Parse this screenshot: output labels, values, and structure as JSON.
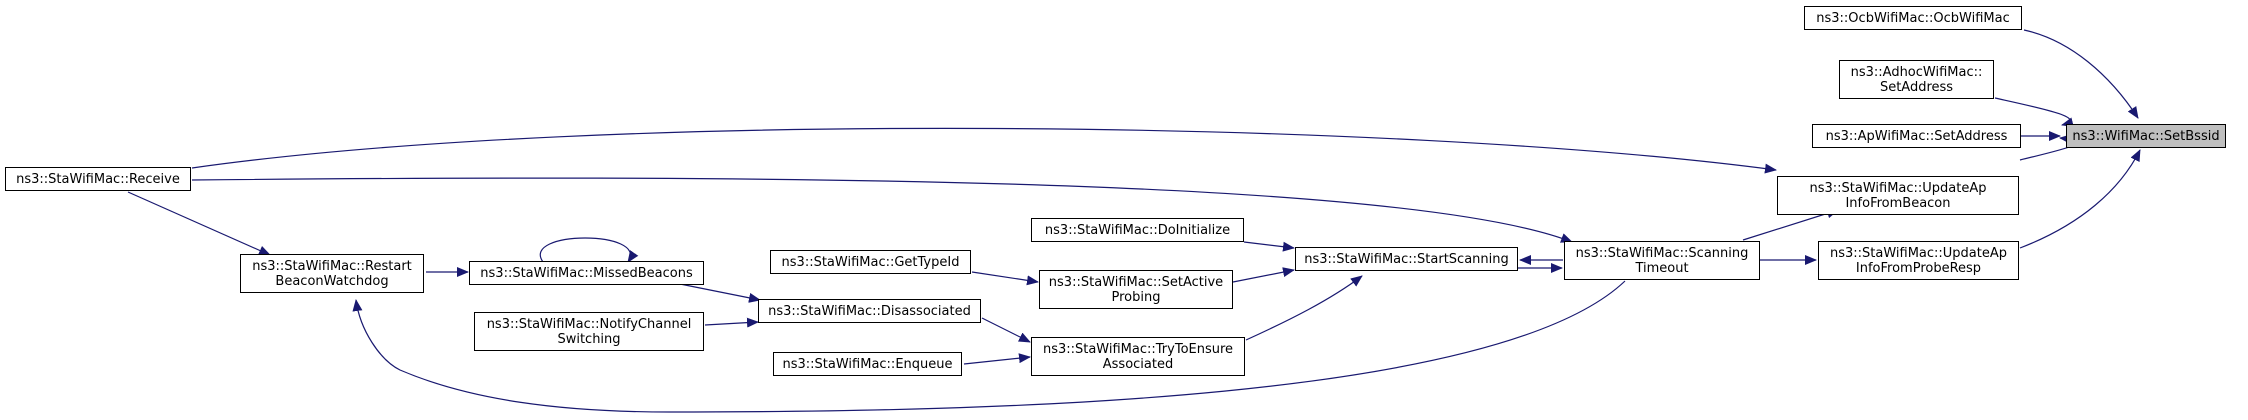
{
  "nodes": {
    "setbssid": [
      "ns3::WifiMac::SetBssid"
    ],
    "ocb": [
      "ns3::OcbWifiMac::OcbWifiMac"
    ],
    "adhoc": [
      "ns3::AdhocWifiMac::",
      "SetAddress"
    ],
    "ap": [
      "ns3::ApWifiMac::SetAddress"
    ],
    "updbeacon": [
      "ns3::StaWifiMac::UpdateAp",
      "InfoFromBeacon"
    ],
    "updprobe": [
      "ns3::StaWifiMac::UpdateAp",
      "InfoFromProbeResp"
    ],
    "scantimeout": [
      "ns3::StaWifiMac::Scanning",
      "Timeout"
    ],
    "startscan": [
      "ns3::StaWifiMac::StartScanning"
    ],
    "doinit": [
      "ns3::StaWifiMac::DoInitialize"
    ],
    "setactive": [
      "ns3::StaWifiMac::SetActive",
      "Probing"
    ],
    "tryensure": [
      "ns3::StaWifiMac::TryToEnsure",
      "Associated"
    ],
    "gettypeid": [
      "ns3::StaWifiMac::GetTypeId"
    ],
    "disassoc": [
      "ns3::StaWifiMac::Disassociated"
    ],
    "enqueue": [
      "ns3::StaWifiMac::Enqueue"
    ],
    "missed": [
      "ns3::StaWifiMac::MissedBeacons"
    ],
    "notify": [
      "ns3::StaWifiMac::NotifyChannel",
      "Switching"
    ],
    "restart": [
      "ns3::StaWifiMac::Restart",
      "BeaconWatchdog"
    ],
    "receive": [
      "ns3::StaWifiMac::Receive"
    ]
  },
  "colors": {
    "edge": "#191970",
    "highlight": "#bfbfbf",
    "border": "#000000"
  }
}
